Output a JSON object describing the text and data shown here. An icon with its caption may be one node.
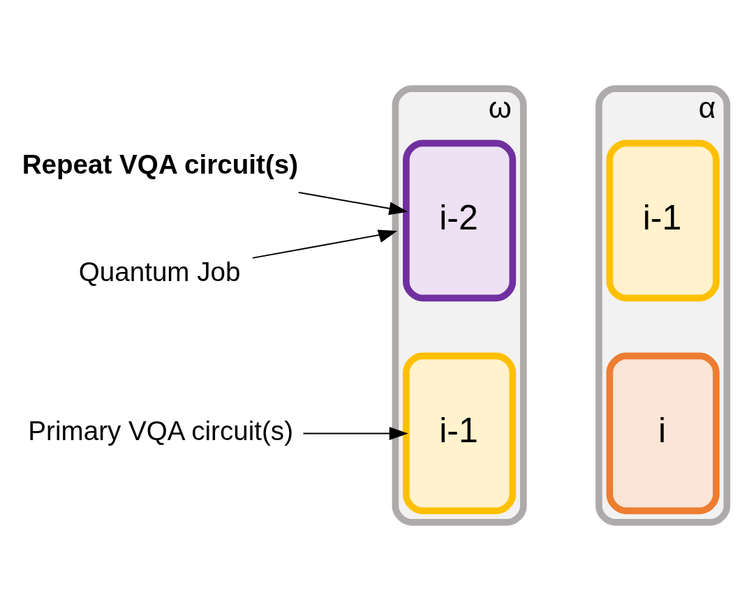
{
  "diagram": {
    "nodes": [
      {
        "text": [
          "ω"
        ]
      },
      {
        "text": [
          "i-2"
        ],
        "in": 0
      },
      {
        "text": [
          "i-1"
        ],
        "in": 0
      },
      {
        "text": [
          "α"
        ]
      },
      {
        "text": [
          "i-1"
        ],
        "in": 3
      },
      {
        "text": [
          "i"
        ],
        "in": 3
      },
      {
        "text": [
          "Repeat VQA circuit(s)"
        ]
      },
      {
        "text": [
          "Primary VQA circuit(s)"
        ]
      },
      {
        "text": [
          "Quantum Job"
        ]
      }
    ],
    "edges": [
      {
        "from": 6,
        "to": 1,
        "arrow": "to"
      },
      {
        "from": 7,
        "to": 2,
        "arrow": "to"
      },
      {
        "from": 8,
        "to": 0,
        "arrow": "to"
      }
    ]
  }
}
